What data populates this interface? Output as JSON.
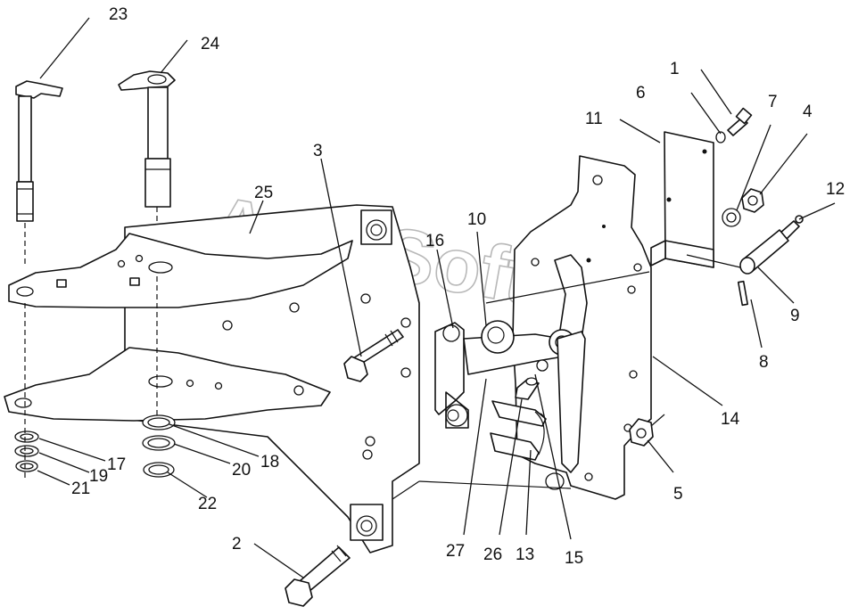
{
  "watermark": "AutoSoft.ru",
  "callouts": {
    "c1": "1",
    "c2": "2",
    "c3": "3",
    "c4": "4",
    "c5": "5",
    "c6": "6",
    "c7": "7",
    "c8": "8",
    "c9": "9",
    "c10": "10",
    "c11": "11",
    "c12": "12",
    "c13": "13",
    "c14": "14",
    "c15": "15",
    "c16": "16",
    "c17": "17",
    "c18": "18",
    "c19": "19",
    "c20": "20",
    "c21": "21",
    "c22": "22",
    "c23": "23",
    "c24": "24",
    "c25": "25",
    "c26": "26",
    "c27": "27"
  }
}
